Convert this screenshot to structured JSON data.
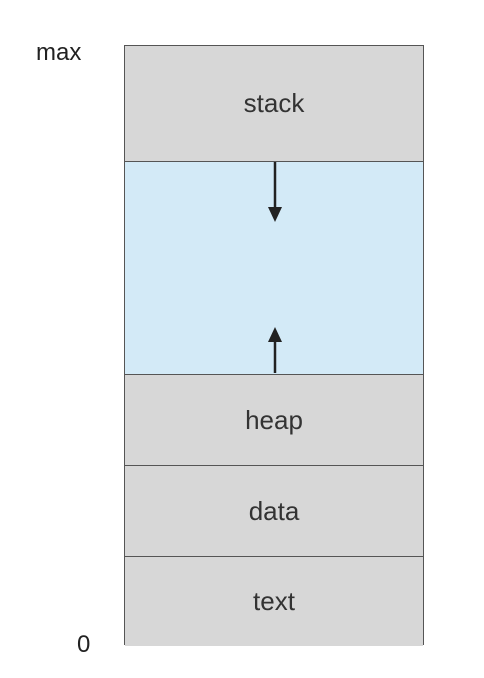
{
  "address_labels": {
    "top": "max",
    "bottom": "0"
  },
  "segments": {
    "stack": "stack",
    "heap": "heap",
    "data": "data",
    "text": "text"
  },
  "colors": {
    "segment_fill": "#d7d7d7",
    "free_space_fill": "#d3eaf7",
    "border": "#555555",
    "arrow": "#222222"
  },
  "arrows": {
    "stack_growth": "down",
    "heap_growth": "up"
  }
}
